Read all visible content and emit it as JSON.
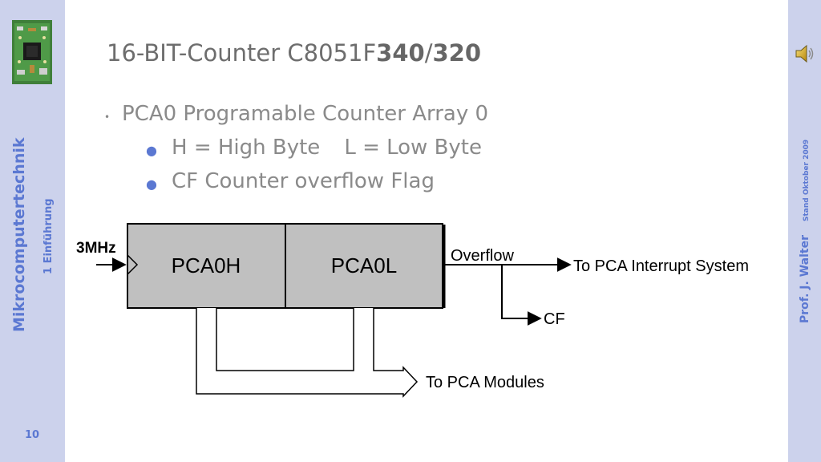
{
  "sidebar": {
    "course_title": "Mikrocomputertechnik",
    "chapter": "1 Einführung",
    "slide_number": "10"
  },
  "right_sidebar": {
    "author": "Prof. J. Walter",
    "stand": "Stand Oktober 2009"
  },
  "icons": {
    "speaker": "speaker-icon",
    "board": "circuit-board-icon"
  },
  "title": {
    "prefix": "16-BIT-Counter C8051F",
    "model_a": "340",
    "separator": "/",
    "model_b": "320"
  },
  "bullets": {
    "main": "PCA0 Programable Counter Array 0",
    "sub": [
      {
        "left": "H = High Byte",
        "right": "L = Low Byte"
      },
      {
        "text": "CF Counter overflow Flag"
      }
    ]
  },
  "diagram": {
    "clock_label": "3MHz",
    "register_high": "PCA0H",
    "register_low": "PCA0L",
    "overflow_label": "Overflow",
    "interrupt_target": "To PCA Interrupt System",
    "flag_label": "CF",
    "modules_target": "To PCA Modules",
    "colors": {
      "register_fill": "#c0c0c0",
      "line": "#000000"
    }
  }
}
